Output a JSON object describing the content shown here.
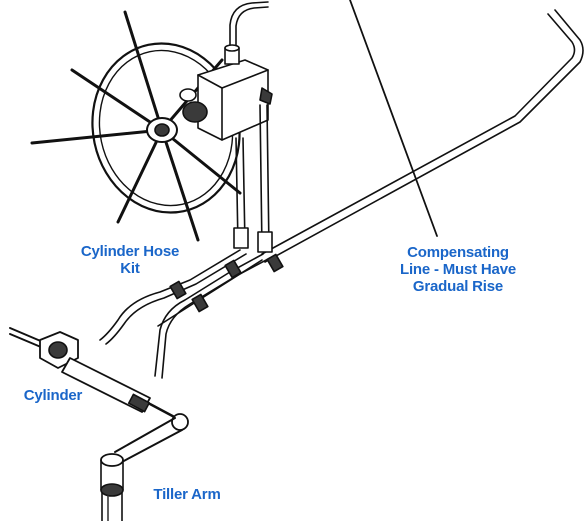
{
  "callouts": {
    "hose_kit": "Cylinder Hose\nKit",
    "compensating": "Compensating\nLine - Must Have\nGradual Rise",
    "cylinder": "Cylinder",
    "tiller": "Tiller Arm"
  },
  "colors": {
    "label": "#1a66c9",
    "ink": "#111111",
    "shade": "#3a3a3a"
  }
}
